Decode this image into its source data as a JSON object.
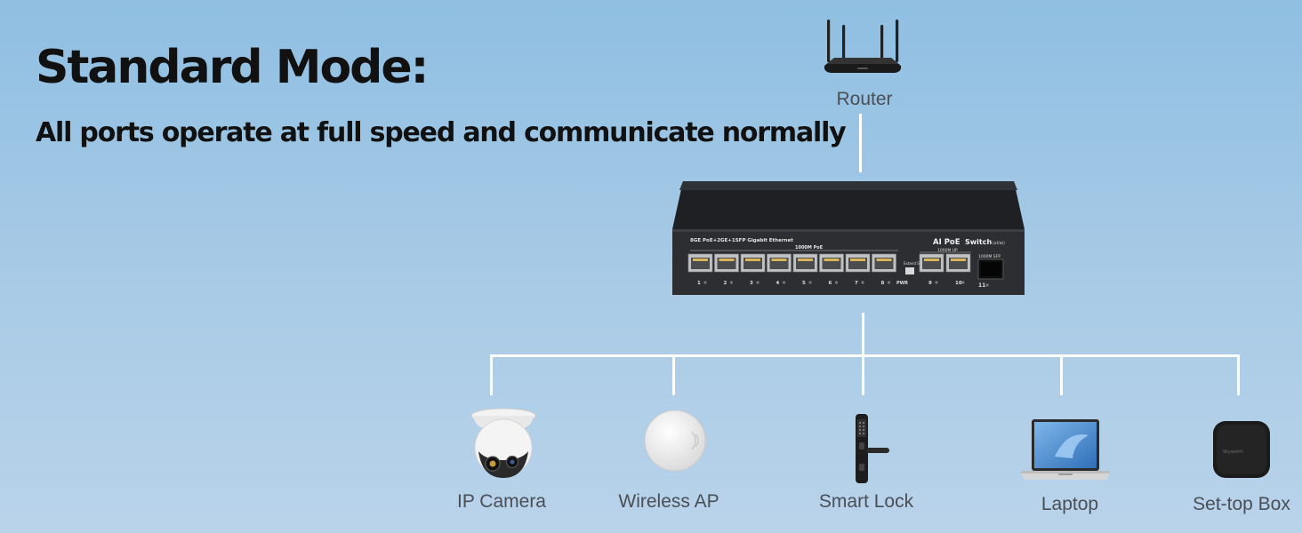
{
  "title": "Standard Mode:",
  "subtitle": "All ports operate at full speed and communicate normally",
  "router": {
    "label": "Router",
    "icon": "router-icon"
  },
  "switch": {
    "icon": "poe-switch-icon",
    "model_text": "8GE PoE+2GE+1SFP Gigabit Ethernet",
    "poe_group_text": "1000M PoE",
    "uplink_group_text": "1000M UP",
    "sfp_group_text": "1000M SFP",
    "brand_prefix": "AI PoE",
    "brand_suffix": "Switch",
    "brand_note": "(af/at)",
    "power_label": "PWR",
    "mode_text": "Extend Standard",
    "port_numbers": [
      "1",
      "2",
      "3",
      "4",
      "5",
      "6",
      "7",
      "8"
    ],
    "uplink_numbers": [
      "9",
      "10"
    ],
    "sfp_number": "11"
  },
  "devices": [
    {
      "label": "IP Camera",
      "icon": "ip-camera-icon"
    },
    {
      "label": "Wireless AP",
      "icon": "wireless-ap-icon"
    },
    {
      "label": "Smart Lock",
      "icon": "smart-lock-icon"
    },
    {
      "label": "Laptop",
      "icon": "laptop-icon"
    },
    {
      "label": "Set-top Box",
      "icon": "set-top-box-icon",
      "brand_text": "Skyworth"
    }
  ],
  "colors": {
    "line": "#ffffff",
    "switch_body": "#2c2e31",
    "text": "#111111",
    "label": "#4a4f55"
  }
}
